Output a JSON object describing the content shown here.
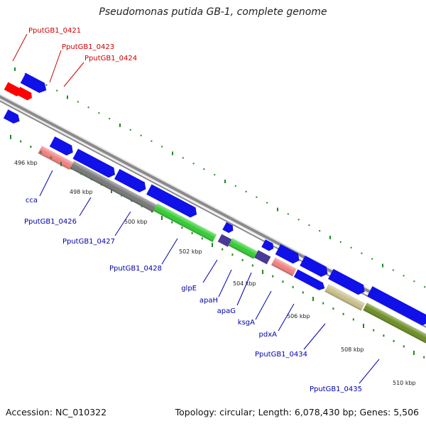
{
  "title": "Pseudomonas putida GB-1, complete genome",
  "footer": {
    "accession": "Accession: NC_010322",
    "topology": "Topology: circular; Length: 6,078,430 bp; Genes: 5,506"
  },
  "scale_labels": [
    "496 kbp",
    "498 kbp",
    "500 kbp",
    "502 kbp",
    "504 kbp",
    "506 kbp",
    "508 kbp",
    "510 kbp"
  ],
  "gene_labels_top": [
    "PputGB1_0421",
    "PputGB1_0423",
    "PputGB1_0424"
  ],
  "gene_labels_bottom": [
    "cca",
    "PputGB1_0426",
    "PputGB1_0427",
    "PputGB1_0428",
    "glpE",
    "apaH",
    "apaG",
    "ksgA",
    "pdxA",
    "PputGB1_0434",
    "PputGB1_0435"
  ],
  "colors": {
    "forward_label": "#cc0000",
    "reverse_label": "#0000aa",
    "blue": "#1010e8",
    "red": "#ff0000",
    "khaki": "#c8c08a",
    "grey": "#777777",
    "salmon": "#f08080",
    "green": "#33cc33",
    "purple": "#4a3a96",
    "olive": "#6b8e23",
    "backbone": "#8a8a8a",
    "tick": "#1f8a1f"
  }
}
